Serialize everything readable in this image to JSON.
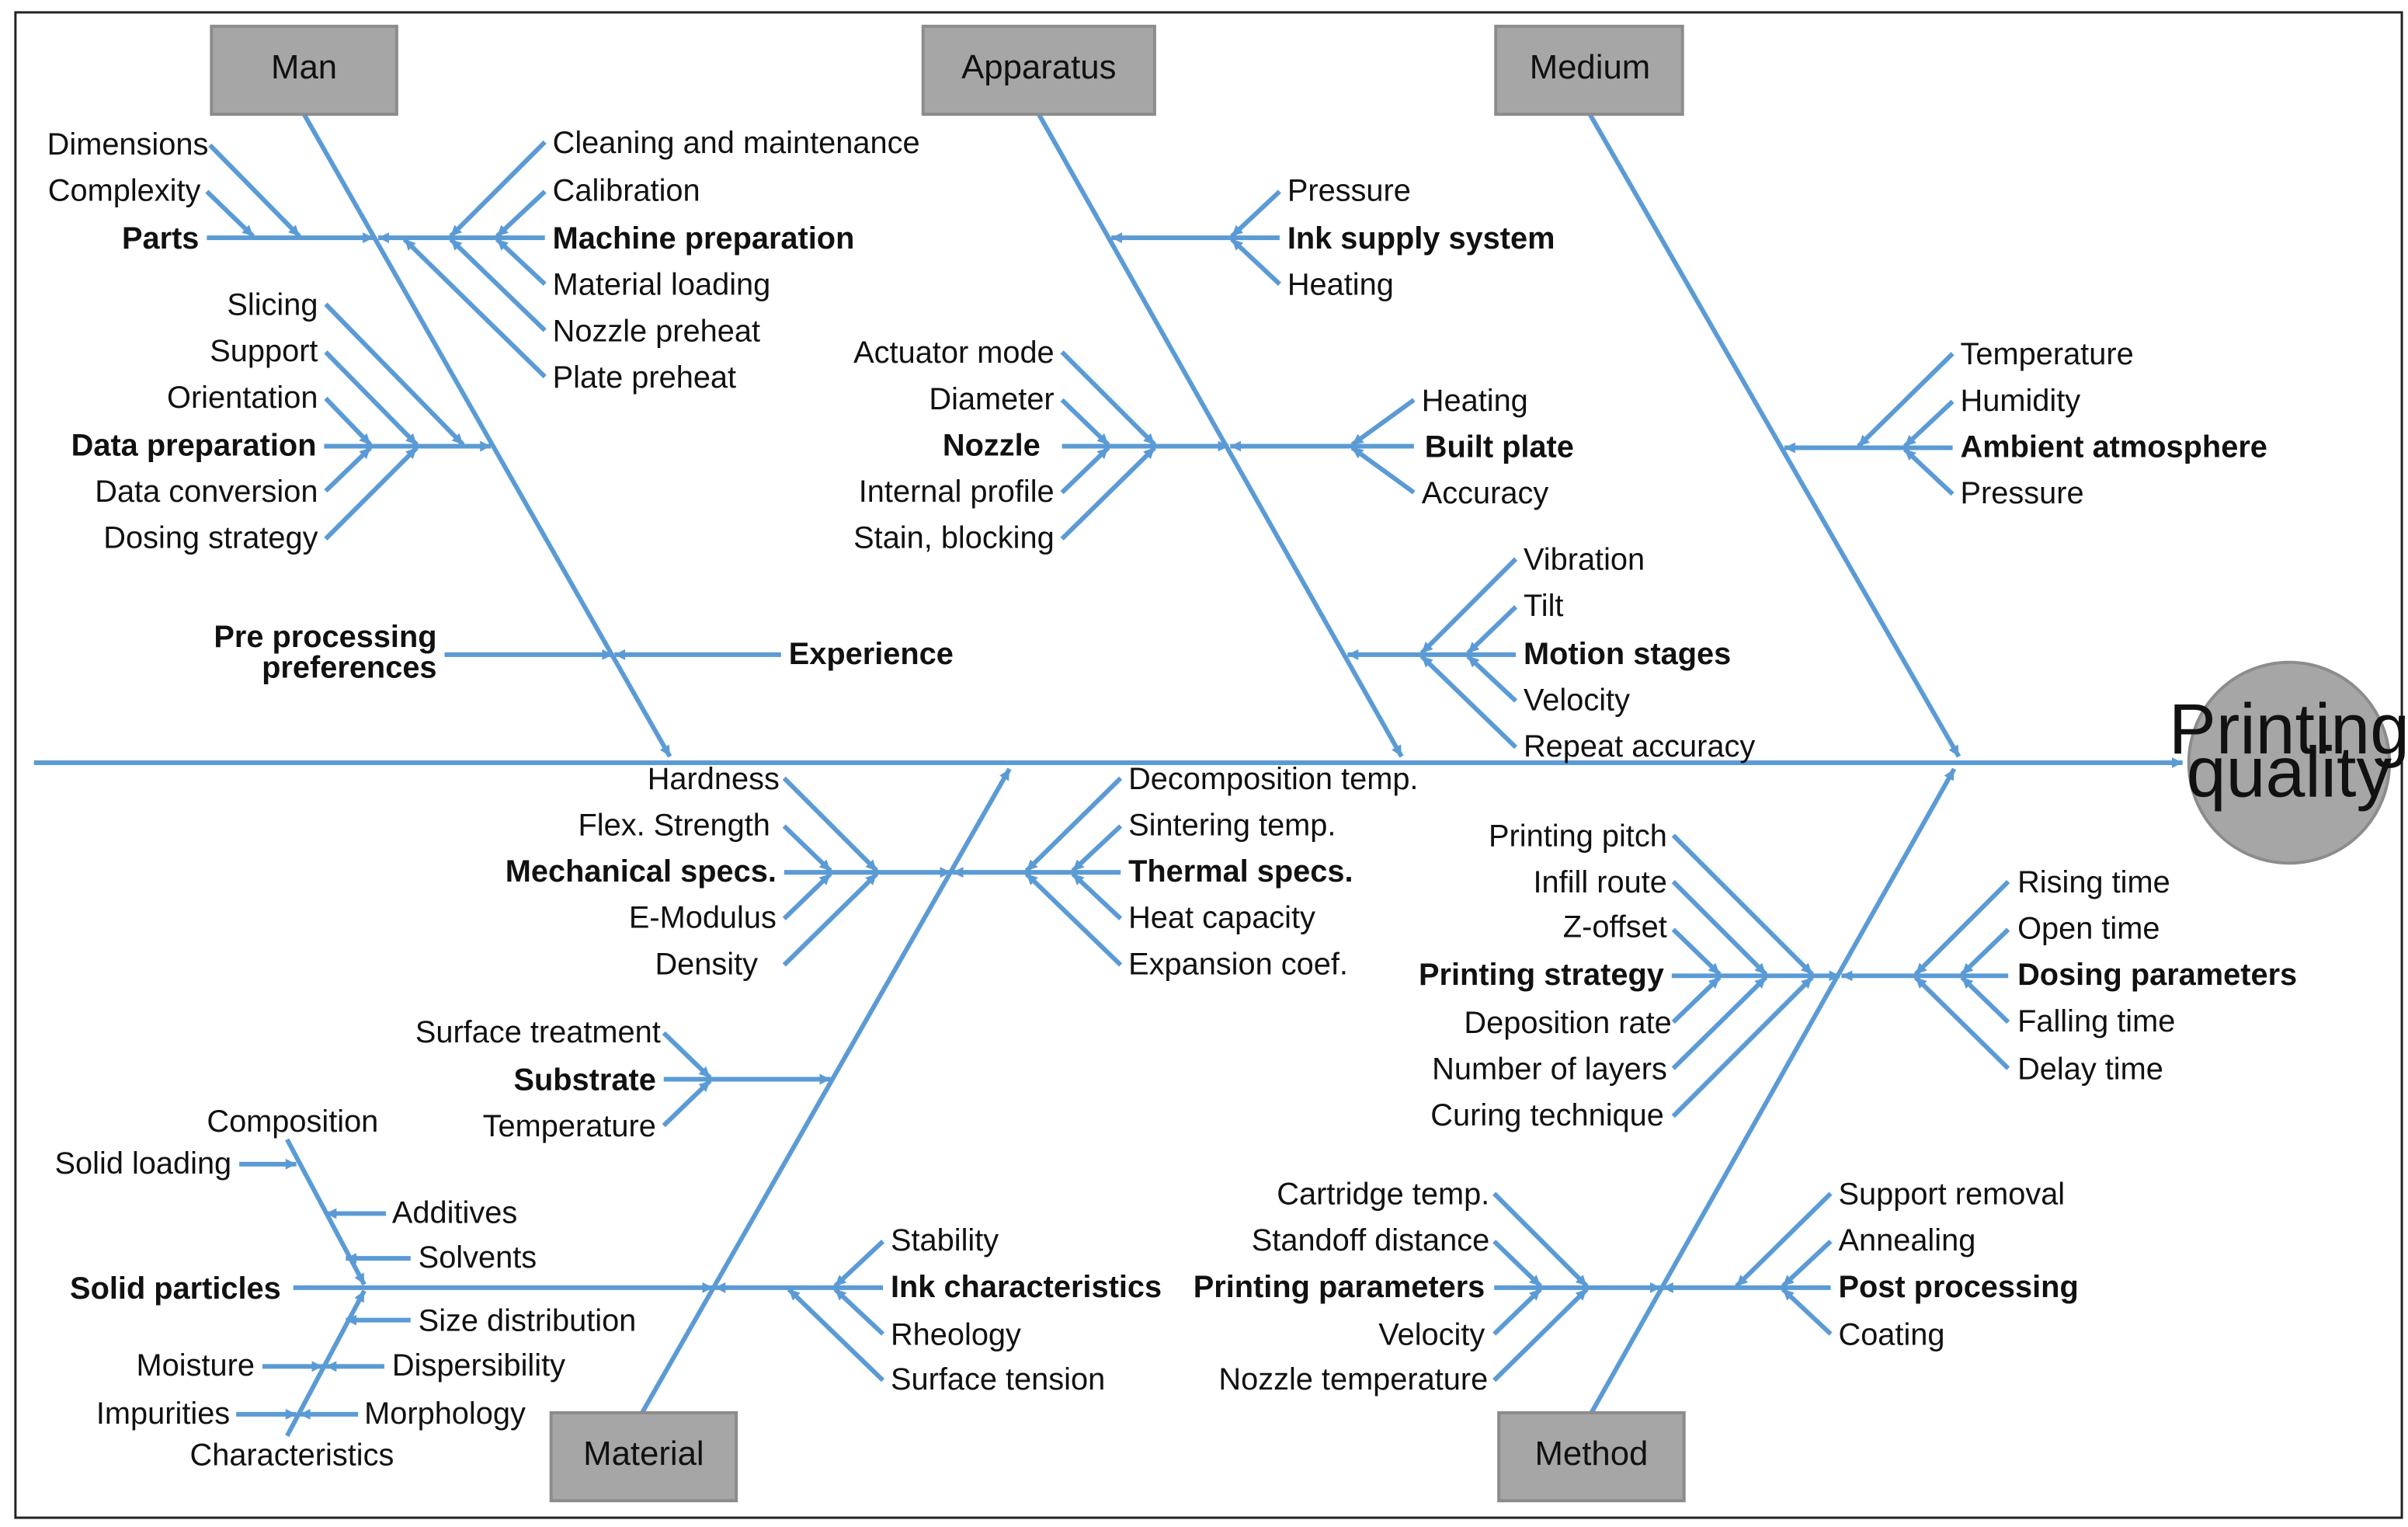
{
  "effect": {
    "line1": "Printing",
    "line2": "quality"
  },
  "categories": {
    "man": "Man",
    "apparatus": "Apparatus",
    "medium": "Medium",
    "material": "Material",
    "method": "Method"
  },
  "man": {
    "parts": {
      "main": "Parts",
      "subs": [
        "Dimensions",
        "Complexity"
      ]
    },
    "machine_preparation": {
      "main": "Machine preparation",
      "subs": [
        "Cleaning and maintenance",
        "Calibration",
        "Material loading",
        "Nozzle preheat",
        "Plate preheat"
      ]
    },
    "data_preparation": {
      "main": "Data preparation",
      "subs": [
        "Slicing",
        "Support",
        "Orientation",
        "Data conversion",
        "Dosing strategy"
      ]
    },
    "pre_processing": {
      "line1": "Pre processing",
      "line2": "preferences"
    },
    "experience": "Experience"
  },
  "apparatus": {
    "ink_supply": {
      "main": "Ink supply system",
      "subs": [
        "Pressure",
        "Heating"
      ]
    },
    "nozzle": {
      "main": "Nozzle",
      "subs": [
        "Actuator mode",
        "Diameter",
        "Internal profile",
        "Stain, blocking"
      ]
    },
    "built_plate": {
      "main": "Built plate",
      "subs": [
        "Heating",
        "Accuracy"
      ]
    },
    "motion_stages": {
      "main": "Motion stages",
      "subs": [
        "Vibration",
        "Tilt",
        "Velocity",
        "Repeat accuracy"
      ]
    }
  },
  "medium": {
    "ambient": {
      "main": "Ambient atmosphere",
      "subs": [
        "Temperature",
        "Humidity",
        "Pressure"
      ]
    }
  },
  "material": {
    "mechanical": {
      "main": "Mechanical specs.",
      "subs": [
        "Hardness",
        "Flex. Strength",
        "E-Modulus",
        "Density"
      ]
    },
    "thermal": {
      "main": "Thermal specs.",
      "subs": [
        "Decomposition temp.",
        "Sintering temp.",
        "Heat capacity",
        "Expansion coef."
      ]
    },
    "substrate": {
      "main": "Substrate",
      "subs": [
        "Surface treatment",
        "Temperature"
      ]
    },
    "solid_particles": {
      "main": "Solid particles",
      "subs": [
        "Composition",
        "Solid loading",
        "Additives",
        "Solvents",
        "Size distribution",
        "Moisture",
        "Dispersibility",
        "Impurities",
        "Morphology",
        "Characteristics"
      ]
    },
    "ink": {
      "main": "Ink characteristics",
      "subs": [
        "Stability",
        "Rheology",
        "Surface tension"
      ]
    }
  },
  "method": {
    "printing_strategy": {
      "main": "Printing strategy",
      "subs": [
        "Printing pitch",
        "Infill route",
        "Z-offset",
        "Deposition rate",
        "Number of layers",
        "Curing technique"
      ]
    },
    "dosing": {
      "main": "Dosing parameters",
      "subs": [
        "Rising time",
        "Open time",
        "Falling time",
        "Delay time"
      ]
    },
    "printing_parameters": {
      "main": "Printing parameters",
      "subs": [
        "Cartridge temp.",
        "Standoff distance",
        "Velocity",
        "Nozzle temperature"
      ]
    },
    "post_processing": {
      "main": "Post processing",
      "subs": [
        "Support removal",
        "Annealing",
        "Coating"
      ]
    }
  }
}
